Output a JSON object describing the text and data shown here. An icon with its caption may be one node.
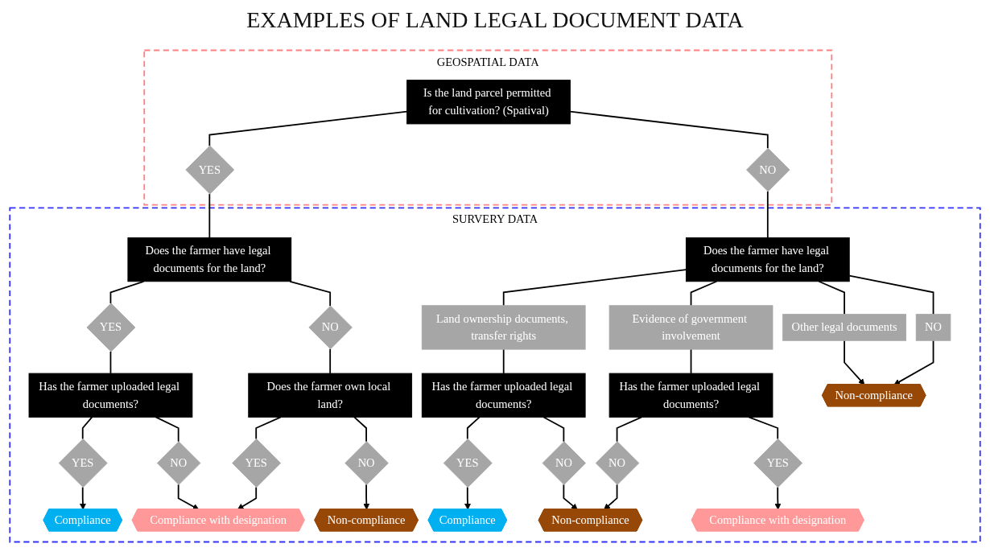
{
  "diagram": {
    "title": "EXAMPLES OF LAND LEGAL DOCUMENT DATA",
    "nodes": [
      {
        "text": [
          "GEOSPATIAL DATA"
        ]
      },
      {
        "text": [
          "Is the land parcel permitted for cultivation? (Spatival)"
        ],
        "in": 0
      },
      {
        "text": [
          "YES"
        ],
        "in": 0
      },
      {
        "text": [
          "NO"
        ],
        "in": 0
      },
      {
        "text": [
          "SURVERY DATA"
        ]
      },
      {
        "text": [
          "Does the farmer have legal documents for the land?"
        ],
        "in": 4
      },
      {
        "text": [
          "Does the farmer have legal documents for the land?"
        ],
        "in": 4
      },
      {
        "text": [
          "YES"
        ],
        "in": 4
      },
      {
        "text": [
          "NO"
        ],
        "in": 4
      },
      {
        "text": [
          "Has the farmer uploaded legal documents?"
        ],
        "in": 4
      },
      {
        "text": [
          "Does the farmer own local land?"
        ],
        "in": 4
      },
      {
        "text": [
          "YES"
        ],
        "in": 4
      },
      {
        "text": [
          "NO"
        ],
        "in": 4
      },
      {
        "text": [
          "YES"
        ],
        "in": 4
      },
      {
        "text": [
          "NO"
        ],
        "in": 4
      },
      {
        "text": [
          "Compliance"
        ],
        "in": 4
      },
      {
        "text": [
          "Compliance with designation"
        ],
        "in": 4
      },
      {
        "text": [
          "Non-compliance"
        ],
        "in": 4
      },
      {
        "text": [
          "Land ownership documents, transfer rights"
        ],
        "in": 4
      },
      {
        "text": [
          "Evidence of government involvement"
        ],
        "in": 4
      },
      {
        "text": [
          "Other legal documents"
        ],
        "in": 4
      },
      {
        "text": [
          "NO"
        ],
        "in": 4
      },
      {
        "text": [
          "Has the farmer uploaded legal documents?"
        ],
        "in": 4
      },
      {
        "text": [
          "Has the farmer uploaded legal documents?"
        ],
        "in": 4
      },
      {
        "text": [
          "YES"
        ],
        "in": 4
      },
      {
        "text": [
          "NO"
        ],
        "in": 4
      },
      {
        "text": [
          "NO"
        ],
        "in": 4
      },
      {
        "text": [
          "YES"
        ],
        "in": 4
      },
      {
        "text": [
          "Compliance"
        ],
        "in": 4
      },
      {
        "text": [
          "Non-compliance"
        ],
        "in": 4
      },
      {
        "text": [
          "Compliance with designation"
        ],
        "in": 4
      },
      {
        "text": [
          "Non-compliance"
        ],
        "in": 4
      }
    ],
    "edges": [
      {
        "from": 1,
        "to": 2,
        "arrow": "none"
      },
      {
        "from": 1,
        "to": 3,
        "arrow": "none"
      },
      {
        "from": 2,
        "to": 5,
        "arrow": "none"
      },
      {
        "from": 3,
        "to": 6,
        "arrow": "none"
      },
      {
        "from": 5,
        "to": 7,
        "arrow": "none"
      },
      {
        "from": 5,
        "to": 8,
        "arrow": "none"
      },
      {
        "from": 7,
        "to": 9,
        "arrow": "none"
      },
      {
        "from": 8,
        "to": 10,
        "arrow": "none"
      },
      {
        "from": 9,
        "to": 11,
        "arrow": "none"
      },
      {
        "from": 9,
        "to": 12,
        "arrow": "none"
      },
      {
        "from": 10,
        "to": 13,
        "arrow": "none"
      },
      {
        "from": 10,
        "to": 14,
        "arrow": "none"
      },
      {
        "from": 11,
        "to": 15,
        "arrow": "to"
      },
      {
        "from": 12,
        "to": 16,
        "arrow": "to"
      },
      {
        "from": 13,
        "to": 16,
        "arrow": "to"
      },
      {
        "from": 14,
        "to": 17,
        "arrow": "to"
      },
      {
        "from": 6,
        "to": 18,
        "arrow": "none"
      },
      {
        "from": 6,
        "to": 19,
        "arrow": "none"
      },
      {
        "from": 6,
        "to": 20,
        "arrow": "none"
      },
      {
        "from": 6,
        "to": 21,
        "arrow": "none"
      },
      {
        "from": 18,
        "to": 22,
        "arrow": "none"
      },
      {
        "from": 19,
        "to": 23,
        "arrow": "none"
      },
      {
        "from": 22,
        "to": 24,
        "arrow": "none"
      },
      {
        "from": 22,
        "to": 25,
        "arrow": "none"
      },
      {
        "from": 23,
        "to": 26,
        "arrow": "none"
      },
      {
        "from": 23,
        "to": 27,
        "arrow": "none"
      },
      {
        "from": 24,
        "to": 28,
        "arrow": "to"
      },
      {
        "from": 25,
        "to": 29,
        "arrow": "to"
      },
      {
        "from": 26,
        "to": 29,
        "arrow": "to"
      },
      {
        "from": 27,
        "to": 30,
        "arrow": "to"
      },
      {
        "from": 20,
        "to": 31,
        "arrow": "to"
      },
      {
        "from": 21,
        "to": 31,
        "arrow": "to"
      }
    ]
  }
}
